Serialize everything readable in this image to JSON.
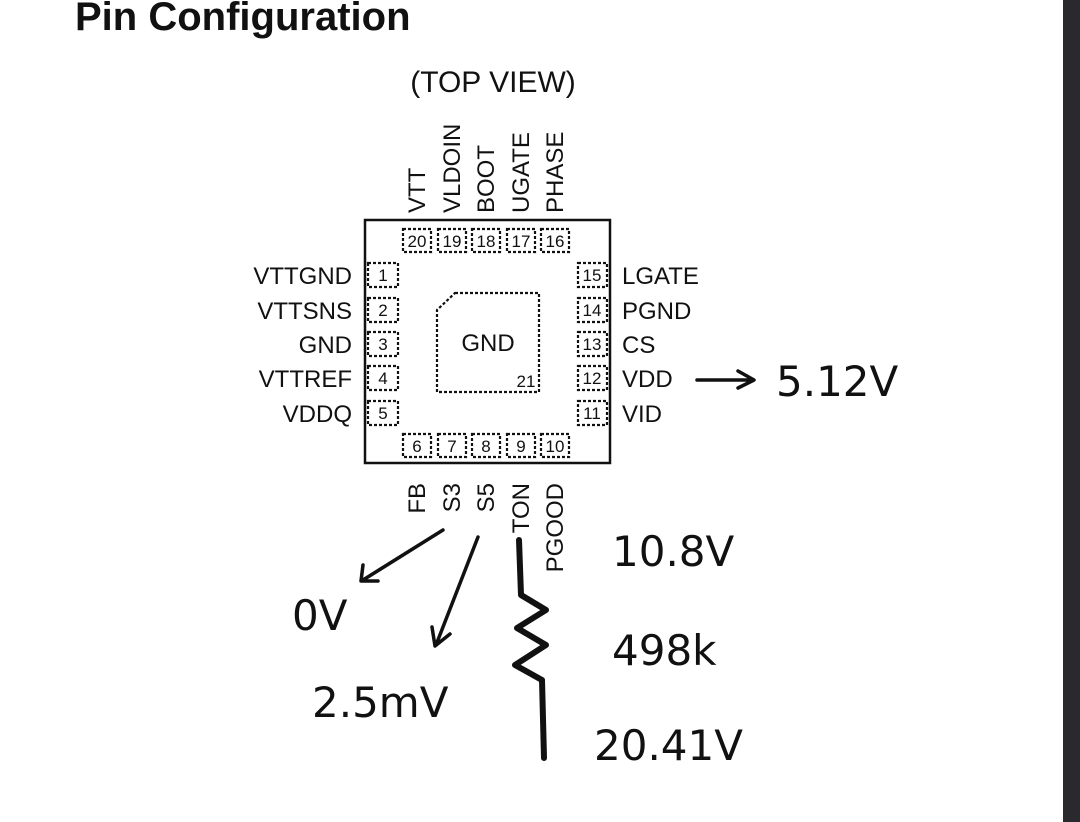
{
  "title": "Pin Configuration",
  "view_label": "(TOP VIEW)",
  "center_pad": {
    "label": "GND",
    "number": "21"
  },
  "pins_top": [
    {
      "num": "20",
      "name": "VTT"
    },
    {
      "num": "19",
      "name": "VLDOIN"
    },
    {
      "num": "18",
      "name": "BOOT"
    },
    {
      "num": "17",
      "name": "UGATE"
    },
    {
      "num": "16",
      "name": "PHASE"
    }
  ],
  "pins_left": [
    {
      "num": "1",
      "name": "VTTGND"
    },
    {
      "num": "2",
      "name": "VTTSNS"
    },
    {
      "num": "3",
      "name": "GND"
    },
    {
      "num": "4",
      "name": "VTTREF"
    },
    {
      "num": "5",
      "name": "VDDQ"
    }
  ],
  "pins_right": [
    {
      "num": "15",
      "name": "LGATE"
    },
    {
      "num": "14",
      "name": "PGND"
    },
    {
      "num": "13",
      "name": "CS"
    },
    {
      "num": "12",
      "name": "VDD"
    },
    {
      "num": "11",
      "name": "VID"
    }
  ],
  "pins_bottom": [
    {
      "num": "6",
      "name": "FB"
    },
    {
      "num": "7",
      "name": "S3"
    },
    {
      "num": "8",
      "name": "S5"
    },
    {
      "num": "9",
      "name": "TON"
    },
    {
      "num": "10",
      "name": "PGOOD"
    }
  ],
  "annotations": {
    "vdd_voltage": "5.12V",
    "s3_voltage": "0V",
    "s5_voltage": "2.5mV",
    "ton_top_voltage": "10.8V",
    "resistor_value": "498k",
    "ton_bottom_voltage": "20.41V"
  }
}
